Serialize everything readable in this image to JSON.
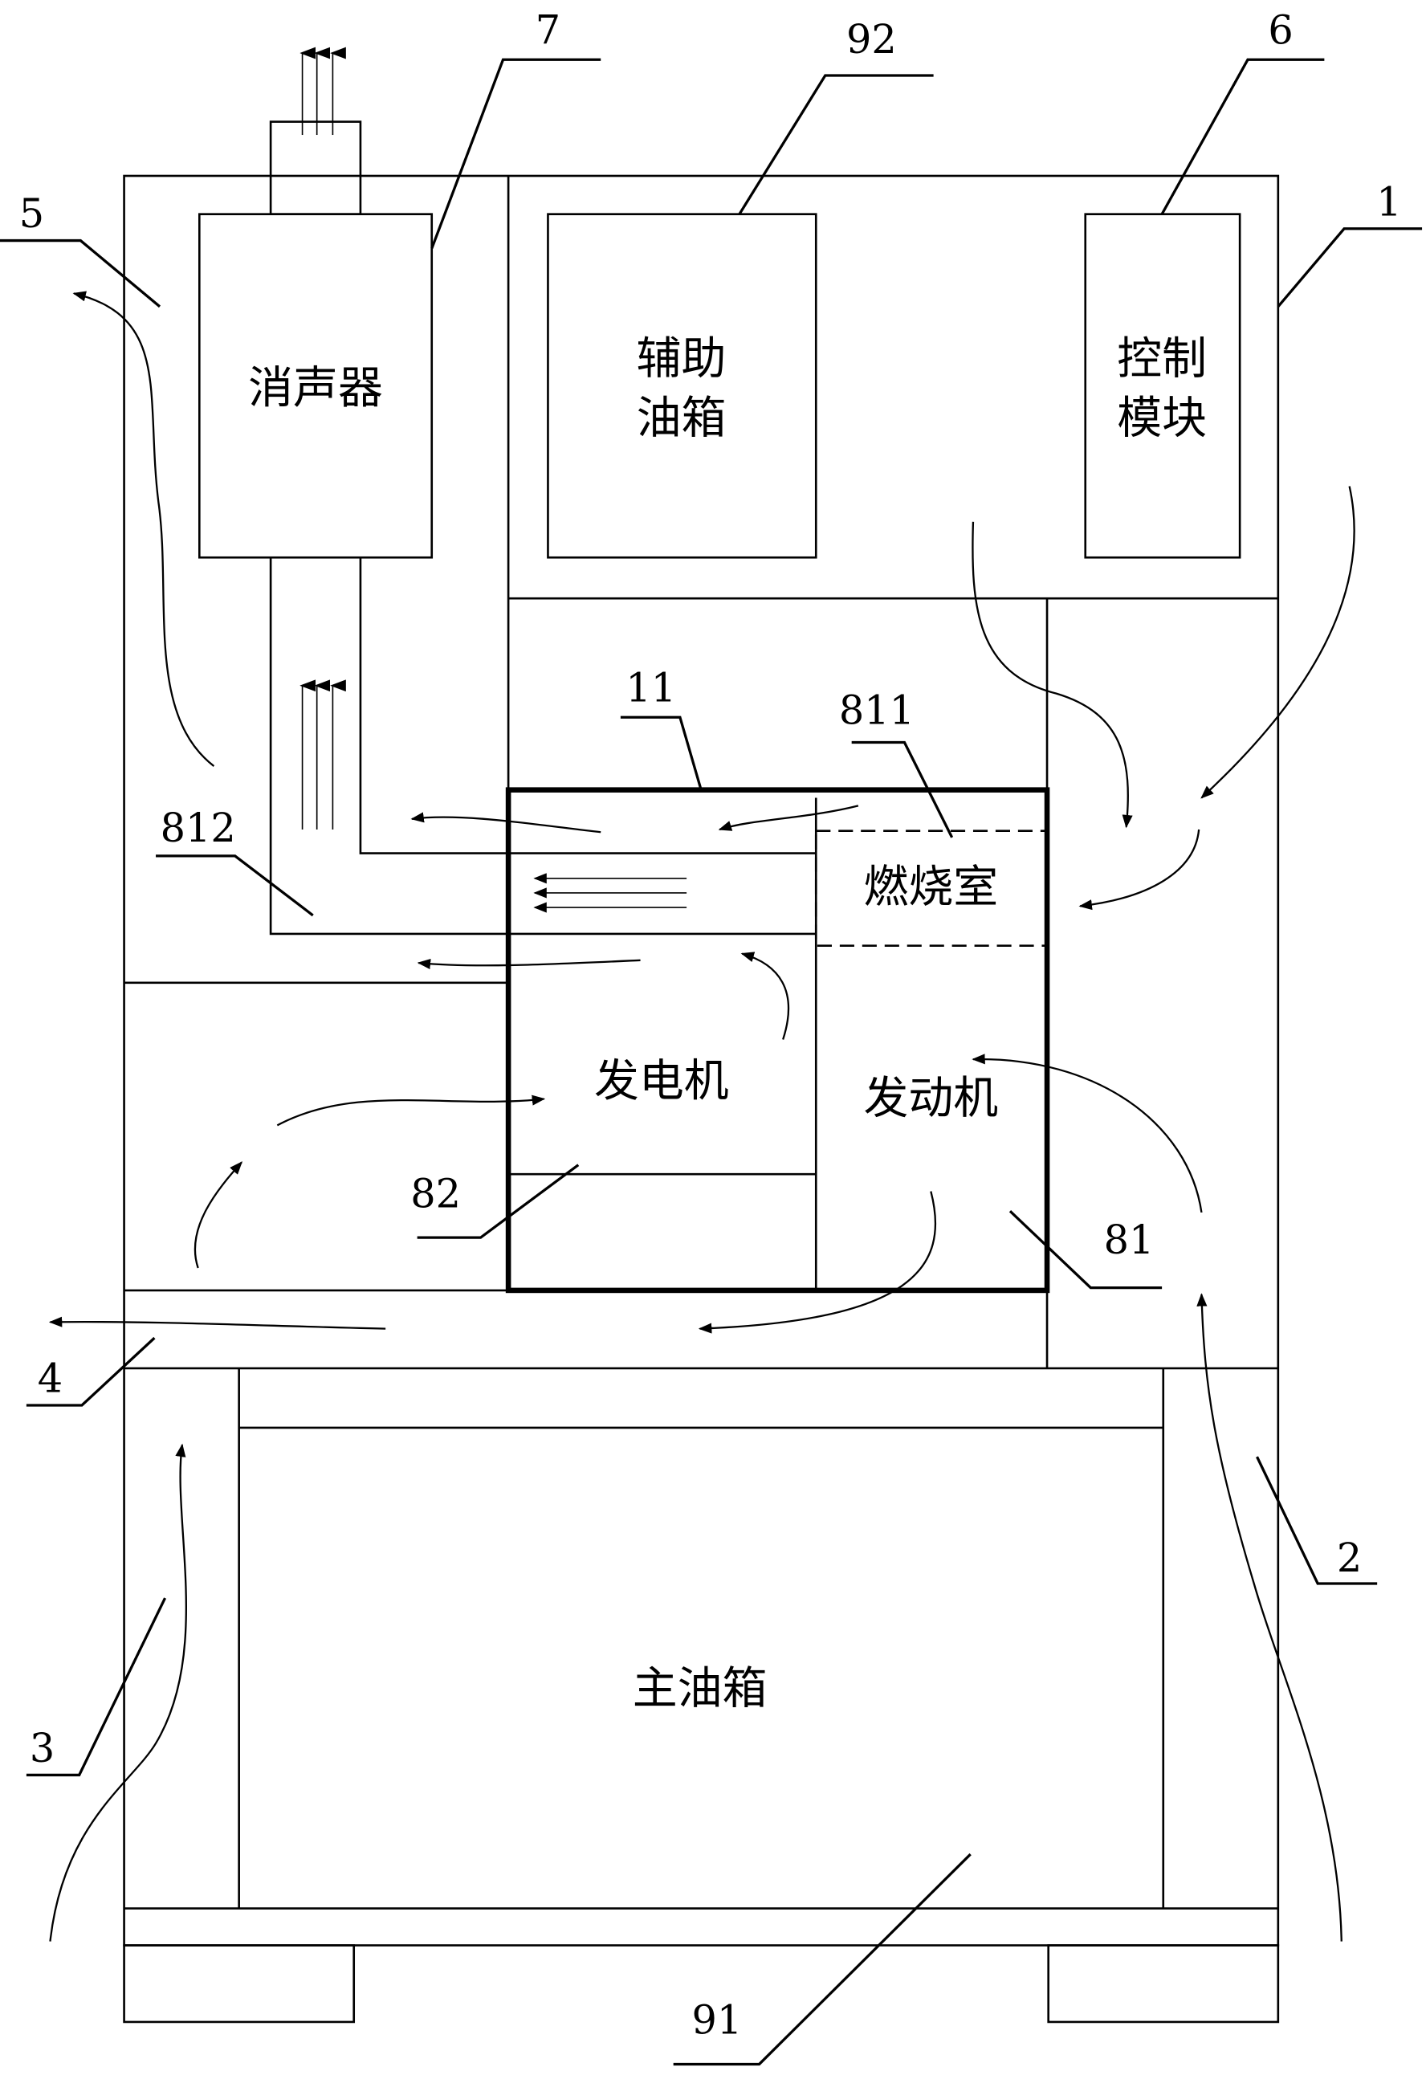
{
  "labels": {
    "main_tank": "主油箱",
    "aux_tank_line1": "辅助",
    "aux_tank_line2": "油箱",
    "control_line1": "控制",
    "control_line2": "模块",
    "muffler": "消声器",
    "combustion": "燃烧室",
    "generator": "发电机",
    "engine": "发动机"
  },
  "callouts": {
    "n1": "1",
    "n2": "2",
    "n3": "3",
    "n4": "4",
    "n5": "5",
    "n6": "6",
    "n7": "7",
    "n11": "11",
    "n81": "81",
    "n82": "82",
    "n91": "91",
    "n92": "92",
    "n811": "811",
    "n812": "812"
  },
  "colors": {
    "line": "#000000",
    "background": "#ffffff"
  }
}
